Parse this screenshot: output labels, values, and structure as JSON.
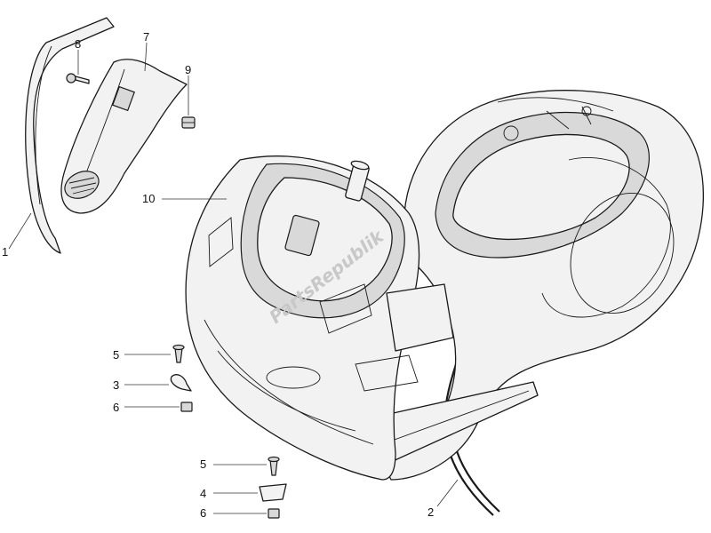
{
  "diagram": {
    "callouts": [
      "1",
      "2",
      "3",
      "4",
      "5",
      "5",
      "6",
      "6",
      "7",
      "8",
      "9",
      "10"
    ],
    "watermark": "PartsRepublik"
  }
}
